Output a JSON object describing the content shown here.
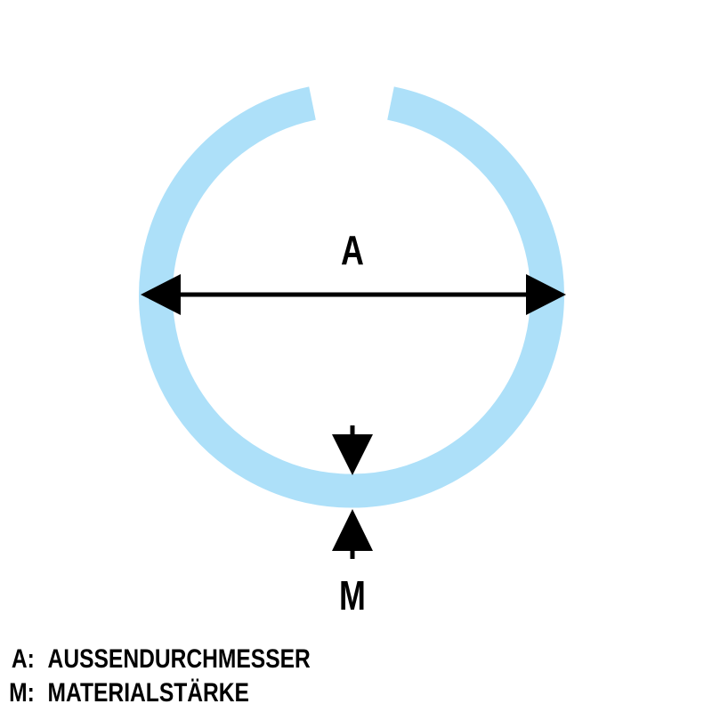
{
  "colors": {
    "ring": "#ADE0F9",
    "arrow": "#000000",
    "background": "#FFFFFF"
  },
  "labels": {
    "a": "A",
    "m": "M"
  },
  "legend": [
    {
      "key": "A:",
      "text": "AUSSENDURCHMESSER"
    },
    {
      "key": "M:",
      "text": "MATERIALSTÄRKE"
    }
  ]
}
